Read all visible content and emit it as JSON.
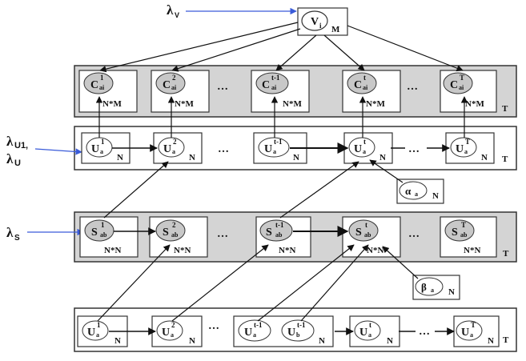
{
  "hyperparams": {
    "lambda_v": "λ",
    "lambda_v_sub": "V",
    "lambda_u1": "λ",
    "lambda_u1_sub": "U1,",
    "lambda_u": "λ",
    "lambda_u_sub": "U",
    "lambda_s": "λ",
    "lambda_s_sub": "S"
  },
  "v_node": {
    "base": "V",
    "sub": "i",
    "plate": "M"
  },
  "c_row": {
    "plate": "T",
    "inner_plate": "N*M",
    "nodes": [
      {
        "base": "C",
        "sup": "1",
        "sub": "ai"
      },
      {
        "base": "C",
        "sup": "2",
        "sub": "ai"
      },
      {
        "base": "C",
        "sup": "t-1",
        "sub": "ai"
      },
      {
        "base": "C",
        "sup": "t",
        "sub": "ai"
      },
      {
        "base": "C",
        "sup": "T",
        "sub": "ai"
      }
    ]
  },
  "u_row": {
    "plate": "T",
    "inner_plate": "N",
    "nodes": [
      {
        "base": "U",
        "sup": "1",
        "sub": "a"
      },
      {
        "base": "U",
        "sup": "2",
        "sub": "a"
      },
      {
        "base": "U",
        "sup": "t-1",
        "sub": "a"
      },
      {
        "base": "U",
        "sup": "t",
        "sub": "a"
      },
      {
        "base": "U",
        "sup": "T",
        "sub": "a"
      }
    ]
  },
  "alpha": {
    "base": "α",
    "sub": "a",
    "plate": "N"
  },
  "s_row": {
    "plate": "T",
    "inner_plate": "N*N",
    "nodes": [
      {
        "base": "S",
        "sup": "1",
        "sub": "ab"
      },
      {
        "base": "S",
        "sup": "2",
        "sub": "ab"
      },
      {
        "base": "S",
        "sup": "t-1",
        "sub": "ab"
      },
      {
        "base": "S",
        "sup": "t",
        "sub": "ab"
      },
      {
        "base": "S",
        "sup": "T",
        "sub": "ab"
      }
    ]
  },
  "beta": {
    "base": "β",
    "sub": "a",
    "plate": "N"
  },
  "bottom_row": {
    "plate": "T",
    "inner_plate": "N",
    "nodes": [
      {
        "base": "U",
        "sup": "1",
        "sub": "a"
      },
      {
        "base": "U",
        "sup": "2",
        "sub": "a"
      },
      {
        "base": "U",
        "sup": "t-1",
        "sub": "a"
      },
      {
        "base": "U",
        "sup": "t-1",
        "sub": "b"
      },
      {
        "base": "U",
        "sup": "t",
        "sub": "a"
      },
      {
        "base": "U",
        "sup": "T",
        "sub": "a"
      }
    ]
  },
  "ellipsis": "…"
}
